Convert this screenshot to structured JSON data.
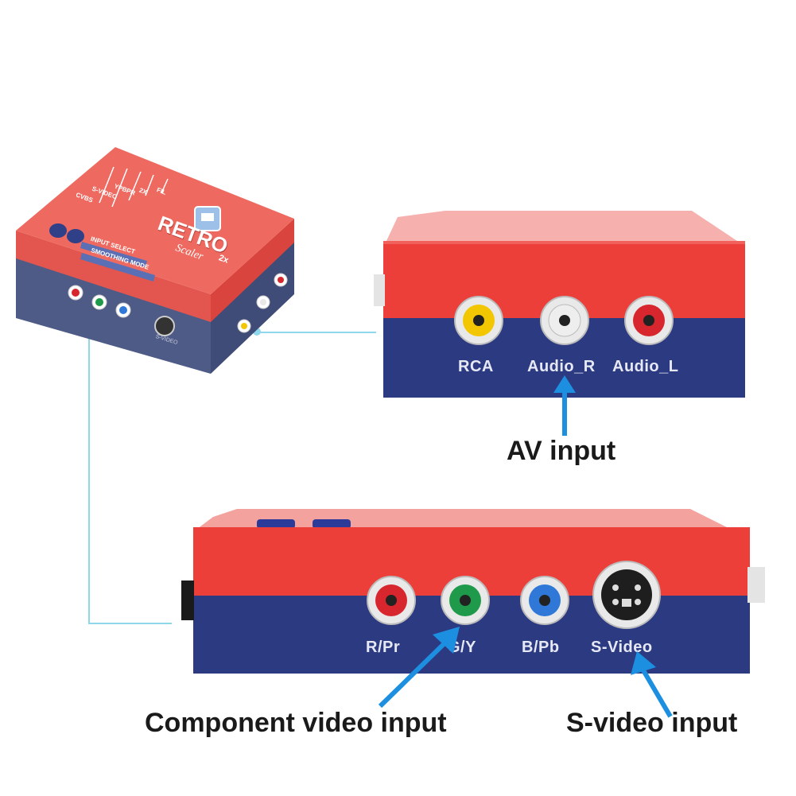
{
  "product_box": {
    "brand": "RETRO",
    "brand_sub": "Scaler",
    "brand_badge": "2x",
    "top_labels": [
      "CVBS",
      "S-VIDEO",
      "YPBPR",
      "2X",
      "FIL"
    ],
    "button_labels": [
      "INPUT SELECT",
      "SMOOTHING MODE"
    ],
    "side_label": "S-VIDEO"
  },
  "av_panel": {
    "ports": [
      {
        "label": "RCA",
        "color": "#f2c600"
      },
      {
        "label": "Audio_R",
        "color": "#e8e8e8"
      },
      {
        "label": "Audio_L",
        "color": "#d8262e"
      }
    ],
    "callout": "AV input"
  },
  "component_panel": {
    "ports": [
      {
        "label": "R/Pr",
        "color": "#d8262e"
      },
      {
        "label": "G/Y",
        "color": "#1f9a4a"
      },
      {
        "label": "B/Pb",
        "color": "#2f78d8"
      },
      {
        "label": "S-Video",
        "color": "#222222"
      }
    ],
    "callout_component": "Component video input",
    "callout_svideo": "S-video input"
  },
  "colors": {
    "case_red": "#ec3f3a",
    "case_blue": "#2c3a82",
    "arrow_blue": "#1d8fe0",
    "line_cyan": "#8fd7ea"
  }
}
